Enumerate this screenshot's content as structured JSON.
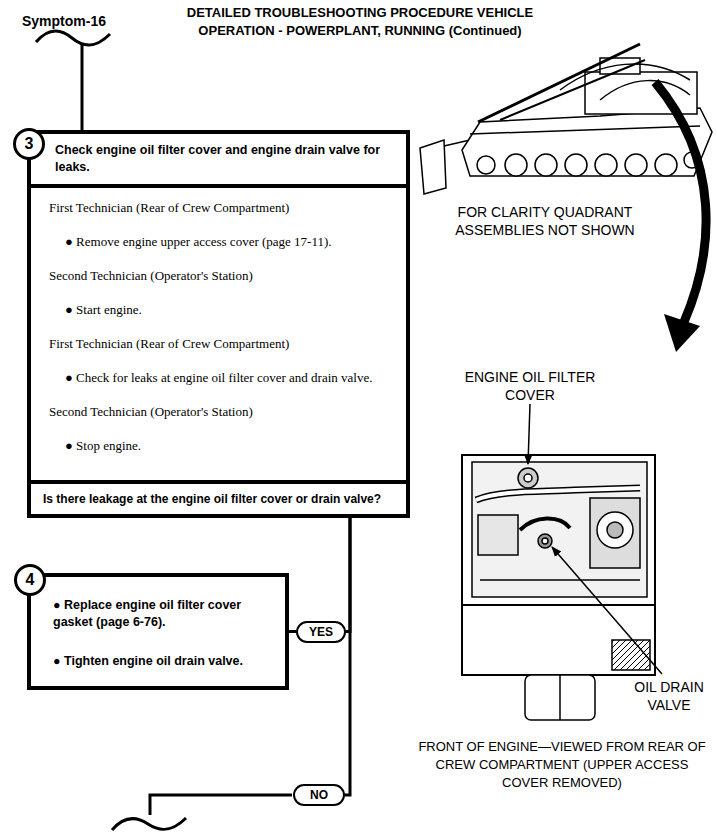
{
  "diagram": {
    "title": "DETAILED TROUBLESHOOTING PROCEDURE VEHICLE OPERATION - POWERPLANT, RUNNING (Continued)",
    "nodes": [
      {
        "text": [
          "Check engine oil filter cover and engine drain valve for leaks."
        ]
      },
      {
        "text": [
          "3"
        ]
      },
      {
        "text": [
          "First Technician (Rear of Crew Compartment)",
          "● Remove engine upper access cover (page 17-11).",
          "Second Technician (Operator's Station)",
          "● Start engine.",
          "First Technician (Rear of Crew Compartment)",
          "● Check for leaks at engine oil filter cover and drain valve.",
          "Second Technician (Operator's Station)",
          "● Stop engine."
        ]
      },
      {
        "text": [
          "Is there leakage at the engine oil filter cover or drain valve?"
        ]
      },
      {
        "text": [
          "4"
        ]
      },
      {
        "text": [
          "● Replace engine oil filter cover gasket (page 6-76).",
          "● Tighten engine oil drain valve."
        ]
      },
      {
        "text": [
          "YES"
        ]
      },
      {
        "text": [
          "NO"
        ]
      }
    ],
    "edges": [
      {
        "from": 3,
        "to": 6,
        "arrow": "none"
      },
      {
        "from": 6,
        "to": 5,
        "arrow": "none"
      },
      {
        "from": 3,
        "to": 7,
        "arrow": "none"
      }
    ],
    "labels": [
      "Symptom-16",
      "FOR CLARITY QUADRANT ASSEMBLIES NOT SHOWN",
      "ENGINE OIL FILTER COVER",
      "OIL DRAIN VALVE",
      "FRONT OF ENGINE—VIEWED FROM REAR OF CREW COMPARTMENT (UPPER ACCESS COVER REMOVED)"
    ]
  }
}
